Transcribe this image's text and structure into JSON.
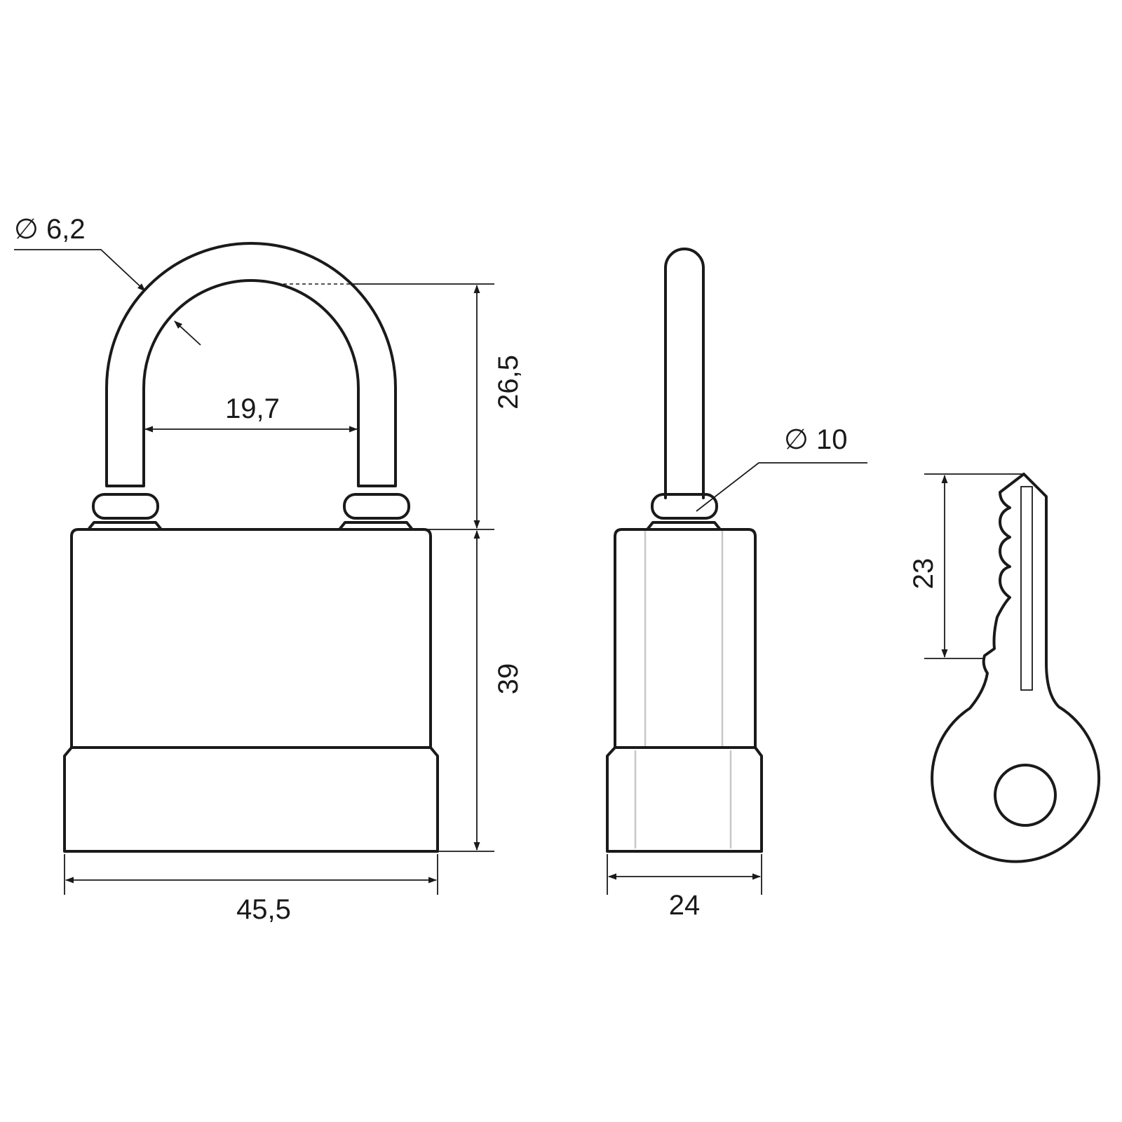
{
  "dimensions": {
    "shackle_diameter": "∅ 6,2",
    "shackle_inner_width": "19,7",
    "shackle_clearance": "26,5",
    "body_height": "39",
    "body_width": "45,5",
    "body_thickness": "24",
    "shackle_side_diameter": "∅ 10",
    "key_blade_length": "23"
  }
}
